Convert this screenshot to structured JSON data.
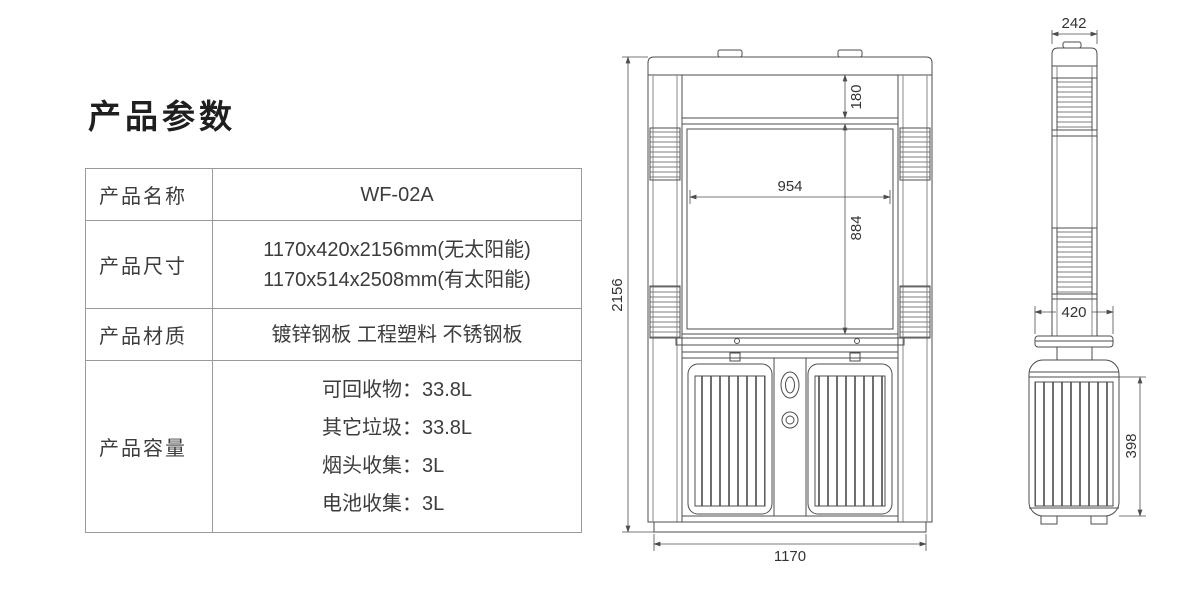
{
  "title": "产品参数",
  "table": {
    "row1": {
      "label": "产品名称",
      "value": "WF-02A"
    },
    "row2": {
      "label": "产品尺寸",
      "line1": "1170x420x2156mm(无太阳能)",
      "line2": "1170x514x2508mm(有太阳能)"
    },
    "row3": {
      "label": "产品材质",
      "value": "镀锌钢板 工程塑料 不锈钢板"
    },
    "row4": {
      "label": "产品容量",
      "line1": "可回收物：33.8L",
      "line2": "其它垃圾：33.8L",
      "line3": "烟头收集：3L",
      "line4": "电池收集：3L"
    }
  },
  "drawing": {
    "front": {
      "dim_total_height": "2156",
      "dim_total_width": "1170",
      "dim_panel_width": "954",
      "dim_panel_height": "884",
      "dim_top_gap": "180"
    },
    "side": {
      "dim_top_width": "242",
      "dim_depth": "420",
      "dim_bin_height": "398"
    }
  }
}
